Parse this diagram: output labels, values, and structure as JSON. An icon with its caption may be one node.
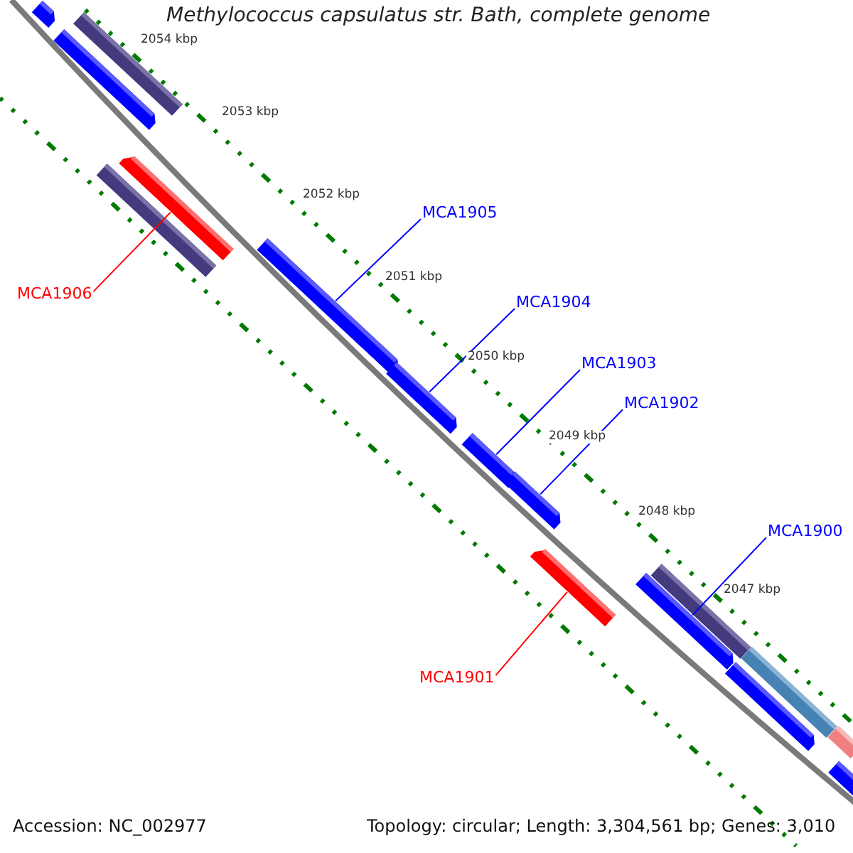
{
  "diagram": {
    "title": "Methylococcus capsulatus str. Bath, complete genome",
    "nodes": [
      {
        "text": [
          "MCA1905"
        ]
      },
      {
        "text": [
          "MCA1906"
        ]
      },
      {
        "text": [
          "MCA1904"
        ]
      },
      {
        "text": [
          "MCA1903"
        ]
      },
      {
        "text": [
          "MCA1902"
        ]
      },
      {
        "text": [
          "MCA1900"
        ]
      },
      {
        "text": [
          "MCA1901"
        ]
      },
      {
        "text": [],
        "shape": "bar"
      },
      {
        "text": [],
        "shape": "bar"
      },
      {
        "text": [],
        "shape": "bar"
      },
      {
        "text": [],
        "shape": "bar"
      },
      {
        "text": [],
        "shape": "bar"
      },
      {
        "text": [],
        "shape": "bar"
      },
      {
        "text": [],
        "shape": "bar"
      },
      {
        "text": [],
        "shape": "bar"
      },
      {
        "text": [],
        "shape": "bar"
      },
      {
        "text": [],
        "shape": "bar"
      },
      {
        "text": [],
        "shape": "bar"
      },
      {
        "text": [],
        "shape": "bar"
      },
      {
        "text": [],
        "shape": "bar"
      },
      {
        "text": [],
        "shape": "bar"
      },
      {
        "text": [],
        "shape": "bar"
      },
      {
        "text": [],
        "shape": "bar"
      }
    ],
    "edges": [
      {
        "from": 0,
        "to": 12,
        "arrow": "none"
      },
      {
        "from": 1,
        "to": 10,
        "arrow": "none",
        "color": "#ff0000"
      },
      {
        "from": 2,
        "to": 13,
        "arrow": "none"
      },
      {
        "from": 3,
        "to": 14,
        "arrow": "none"
      },
      {
        "from": 4,
        "to": 15,
        "arrow": "none"
      },
      {
        "from": 5,
        "to": 18,
        "arrow": "none"
      },
      {
        "from": 6,
        "to": 16,
        "arrow": "none",
        "color": "#ff0000"
      }
    ],
    "labels": [
      "2054 kbp",
      "2053 kbp",
      "2052 kbp",
      "2051 kbp",
      "2050 kbp",
      "2049 kbp",
      "2048 kbp",
      "2047 kbp",
      "Accession: NC_002977",
      "Topology: circular; Length: 3,304,561 bp; Genes: 3,010"
    ]
  }
}
